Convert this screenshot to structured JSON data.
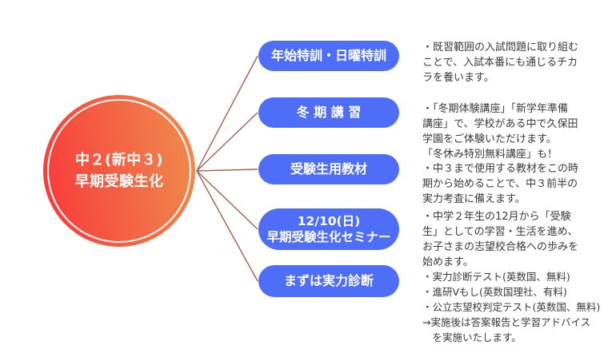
{
  "colors": {
    "node_blue": "#4f6ef7",
    "circle_gradient_start": "#f93b3b",
    "circle_gradient_end": "#ef8b4d",
    "connector": "#a5604c",
    "body_text": "#3a3a3a"
  },
  "root": {
    "label": "中２(新中３)\n早期受験生化"
  },
  "items": [
    {
      "label": "年始特訓・日曜特訓",
      "description": "・既習範囲の入試問題に取り組む\nことで、入試本番にも通じるチカ\nラを養います。"
    },
    {
      "label": "冬 期 講 習",
      "description": "・「冬期体験講座」「新学年準備\n講座」で、学校がある中で久保田\n学園をご体験いただけます。\n「冬休み特別無料講座」も！"
    },
    {
      "label": "受験生用教材",
      "description": "・中３まで使用する教材をこの時\n期から始めることで、中３前半の\n実力考査に備えます。"
    },
    {
      "label": "12/10(日)\n早期受験生化セミナー",
      "description": "・中学２年生の12月から「受験\n生」としての学習・生活を進め、\nお子さまの志望校合格への歩みを\n始めます。"
    },
    {
      "label": "まずは実力診断",
      "description": "・実力診断テスト(英数国、無料)\n・進研Vもし(英数国理社、有料)\n・公立志望校判定テスト(英数国、無料)\n→実施後は答案報告と学習アドバイス\n　を実施いたします。"
    }
  ]
}
